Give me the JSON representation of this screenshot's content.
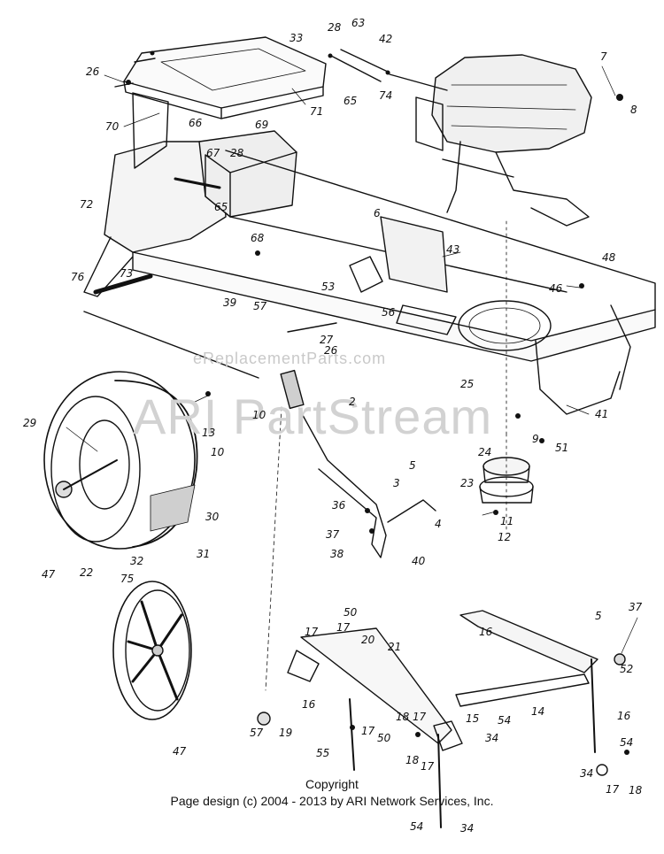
{
  "watermark": {
    "line1": "eReplacementParts.com",
    "line2": "ARI PartStream"
  },
  "footer": {
    "copyright": "Copyright",
    "credit": "Page design (c) 2004 - 2013 by ARI Network Services, Inc."
  },
  "callouts": [
    "26",
    "33",
    "28",
    "63",
    "42",
    "65",
    "74",
    "7",
    "8",
    "70",
    "66",
    "67",
    "28",
    "69",
    "71",
    "72",
    "65",
    "68",
    "6",
    "43",
    "48",
    "46",
    "76",
    "73",
    "39",
    "57",
    "53",
    "56",
    "27",
    "26",
    "25",
    "41",
    "29",
    "10",
    "13",
    "10",
    "2",
    "9",
    "51",
    "24",
    "23",
    "11",
    "12",
    "5",
    "3",
    "36",
    "37",
    "38",
    "4",
    "40",
    "30",
    "47",
    "22",
    "32",
    "31",
    "75",
    "47",
    "50",
    "17",
    "20",
    "21",
    "16",
    "5",
    "37",
    "17",
    "16",
    "19",
    "57",
    "18",
    "17",
    "15",
    "54",
    "34",
    "14",
    "52",
    "16",
    "17",
    "50",
    "18",
    "17",
    "54",
    "34",
    "17",
    "18",
    "55",
    "54",
    "34"
  ]
}
